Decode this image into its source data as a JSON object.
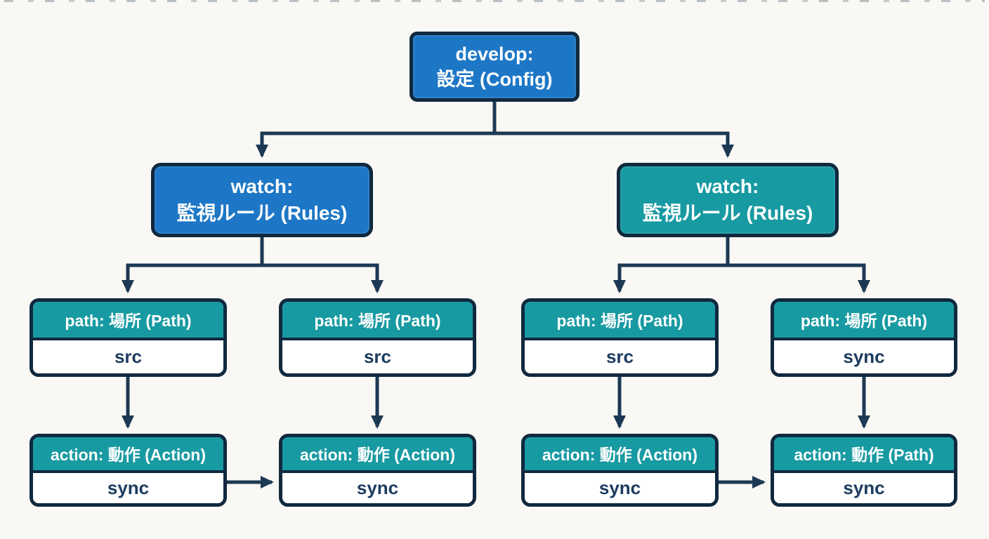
{
  "diagram": {
    "title_implicit": "develop config tree",
    "root": {
      "line1": "develop:",
      "line2": "設定 (Config)"
    },
    "watch_left": {
      "line1": "watch:",
      "line2": "監視ルール (Rules)"
    },
    "watch_right": {
      "line1": "watch:",
      "line2": "監視ルール (Rules)"
    },
    "paths": [
      {
        "header": "path: 場所 (Path)",
        "value": "src"
      },
      {
        "header": "path: 場所 (Path)",
        "value": "src"
      },
      {
        "header": "path: 場所 (Path)",
        "value": "src"
      },
      {
        "header": "path: 場所 (Path)",
        "value": "sync"
      }
    ],
    "actions": [
      {
        "header": "action: 動作 (Action)",
        "value": "sync"
      },
      {
        "header": "action: 動作 (Action)",
        "value": "sync"
      },
      {
        "header": "action: 動作 (Action)",
        "value": "sync"
      },
      {
        "header": "action: 動作 (Path)",
        "value": "sync"
      }
    ],
    "colors": {
      "blue_fill": "#1e77c6",
      "teal_fill": "#189aa2",
      "border_navy": "#10293f",
      "connector_navy": "#1c3954",
      "value_text": "#1d3c60",
      "background": "#faf8f4",
      "text_light": "#ffffff"
    }
  }
}
